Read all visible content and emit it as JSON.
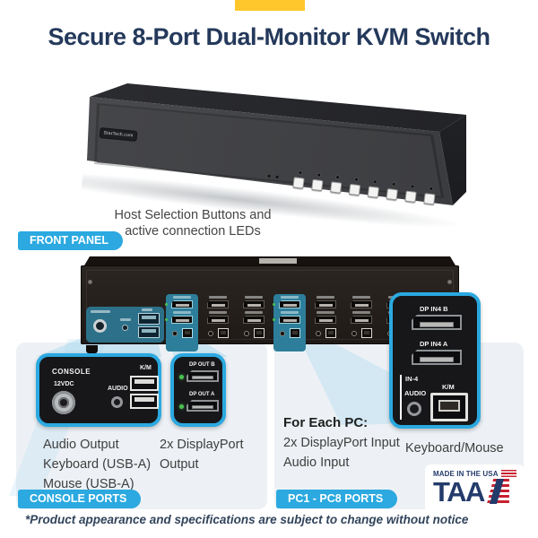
{
  "header": {
    "title": "Secure 8-Port Dual-Monitor KVM Switch"
  },
  "front_panel": {
    "badge": "FRONT PANEL",
    "caption_line1": "Host Selection Buttons and",
    "caption_line2": "active connection LEDs",
    "device_logo": "StarTech.com",
    "button_count": 8
  },
  "rear_panel": {
    "port_column_count": 8,
    "highlighted_columns": [
      0,
      3
    ]
  },
  "console_callout": {
    "panel_label": "CONSOLE",
    "power_label": "12VDC",
    "audio_label": "AUDIO",
    "km_label": "K/M",
    "description": [
      "Audio Output",
      "Keyboard (USB-A)",
      "Mouse (USB-A)"
    ],
    "badge": "CONSOLE PORTS"
  },
  "display_callout": {
    "port_b_label": "DP OUT B",
    "port_a_label": "DP OUT A",
    "description": [
      "2x DisplayPort",
      "Output"
    ]
  },
  "pc_callout": {
    "port_b_label": "DP IN4 B",
    "port_a_label": "DP IN4 A",
    "in_label": "IN-4",
    "audio_label": "AUDIO",
    "km_label": "K/M",
    "description_title": "For Each PC:",
    "description": [
      "2x DisplayPort Input",
      "Audio Input"
    ],
    "km_caption": "Keyboard/Mouse",
    "badge": "PC1 - PC8 PORTS"
  },
  "taa_logo": {
    "top_text": "MADE IN THE USA",
    "main_text": "TAA"
  },
  "footnote": "*Product appearance and specifications are subject to change without notice",
  "colors": {
    "accent_blue": "#2BA9E0",
    "navy": "#24395B",
    "tab_yellow": "#FFC72C",
    "led_green": "#49C24F",
    "highlight_teal": "#2D7E9A",
    "taa_red": "#C8202F"
  }
}
